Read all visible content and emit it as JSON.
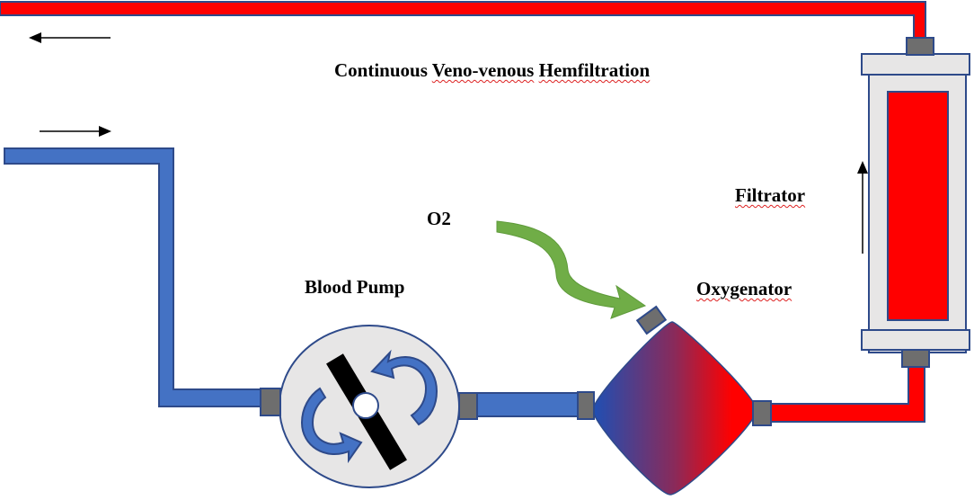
{
  "title": {
    "word1": "Continuous",
    "word2": "Veno-venous",
    "word3": "Hemfiltration"
  },
  "labels": {
    "o2": "O2",
    "blood_pump": "Blood Pump",
    "oxygenator": "Oxygenator",
    "filtrator": "Filtrator"
  },
  "colors": {
    "venous_blue": "#4472c4",
    "arterial_red": "#ff0000",
    "connector_gray": "#6e6e6e",
    "oxygen_green": "#70ad47",
    "pump_body": "#e7e6e6"
  }
}
